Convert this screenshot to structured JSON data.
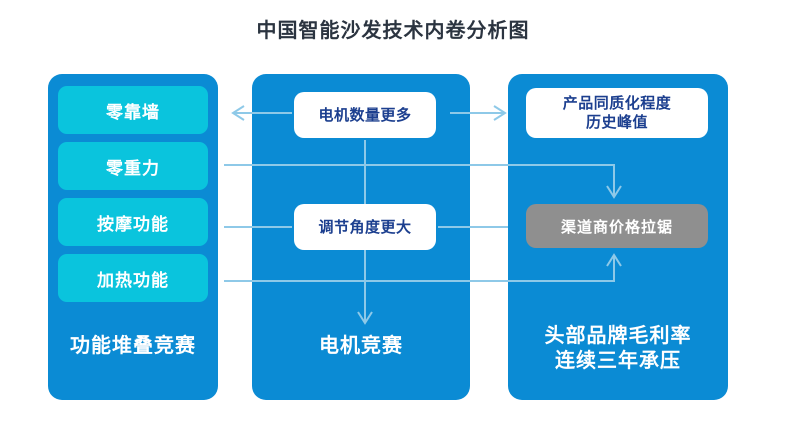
{
  "title": "中国智能沙发技术内卷分析图",
  "colors": {
    "panel_blue": "#0b8bd4",
    "chip_cyan": "#0ac4dd",
    "box_white": "#ffffff",
    "box_gray": "#8f8f8f",
    "box_text_blue": "#1c3f8f",
    "connector_light_blue": "#8ec9e8",
    "title_text": "#2b3440",
    "page_background": "#ffffff"
  },
  "columns": {
    "left": {
      "caption": "功能堆叠竞赛",
      "chips": [
        {
          "label": "零靠墙"
        },
        {
          "label": "零重力"
        },
        {
          "label": "按摩功能"
        },
        {
          "label": "加热功能"
        }
      ]
    },
    "middle": {
      "caption": "电机竞赛",
      "nodes": [
        {
          "label": "电机数量更多",
          "style": "white"
        },
        {
          "label": "调节角度更大",
          "style": "white"
        }
      ]
    },
    "right": {
      "caption_line1": "头部品牌毛利率",
      "caption_line2": "连续三年承压",
      "nodes": [
        {
          "line1": "产品同质化程度",
          "line2": "历史峰值",
          "style": "white"
        },
        {
          "label": "渠道商价格拉锯",
          "style": "gray"
        }
      ]
    }
  },
  "connectors": [
    {
      "name": "mid-to-left-top",
      "direction": "left",
      "from": "电机数量更多",
      "to": "零靠墙"
    },
    {
      "name": "mid-to-right-top",
      "direction": "right",
      "from": "电机数量更多",
      "to": "产品同质化程度历史峰值"
    },
    {
      "name": "row-line-2",
      "direction": "none",
      "from": "零重力",
      "to": "渠道商价格拉锯"
    },
    {
      "name": "row-line-3",
      "direction": "none",
      "from": "按摩功能",
      "to": "调节角度更大"
    },
    {
      "name": "row-line-4",
      "direction": "none",
      "from": "加热功能",
      "to": "渠道商价格拉锯"
    },
    {
      "name": "mid-vertical-down",
      "direction": "down",
      "from": "电机数量更多",
      "to": "电机竞赛"
    },
    {
      "name": "right-elbow-down",
      "direction": "down",
      "from": "row-line-2",
      "to": "渠道商价格拉锯"
    },
    {
      "name": "right-elbow-up",
      "direction": "up",
      "from": "row-line-4",
      "to": "渠道商价格拉锯"
    }
  ]
}
